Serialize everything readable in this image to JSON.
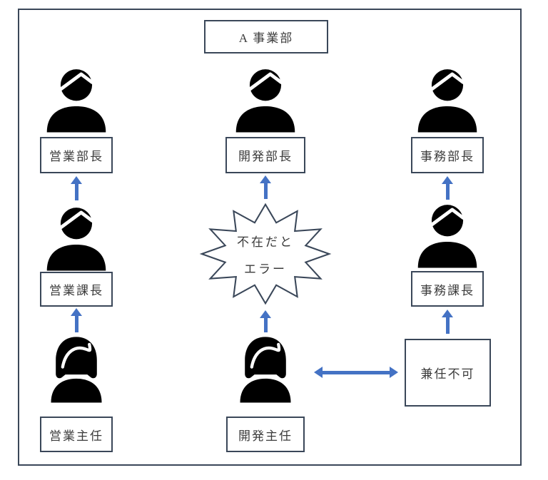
{
  "diagram": {
    "title": "A 事業部",
    "starburst": {
      "line1": "不在だと",
      "line2": "エラー"
    },
    "columns": [
      {
        "levels": [
          {
            "icon": "male-person-icon",
            "label": "営業部長"
          },
          {
            "icon": "male-person-icon",
            "label": "営業課長"
          },
          {
            "icon": "female-person-icon",
            "label": "営業主任"
          }
        ]
      },
      {
        "levels": [
          {
            "icon": "male-person-icon",
            "label": "開発部長"
          },
          {
            "icon": "starburst-callout",
            "label": "不在だと エラー"
          },
          {
            "icon": "female-person-icon",
            "label": "開発主任"
          }
        ]
      },
      {
        "levels": [
          {
            "icon": "male-person-icon",
            "label": "事務部長"
          },
          {
            "icon": "male-person-icon",
            "label": "事務課長"
          },
          {
            "icon": "note-box",
            "label": "兼任不可"
          }
        ]
      }
    ],
    "colors": {
      "arrow": "#4472C4",
      "border": "#3A4759",
      "icon": "#000000",
      "text": "#3B3B3B"
    }
  }
}
